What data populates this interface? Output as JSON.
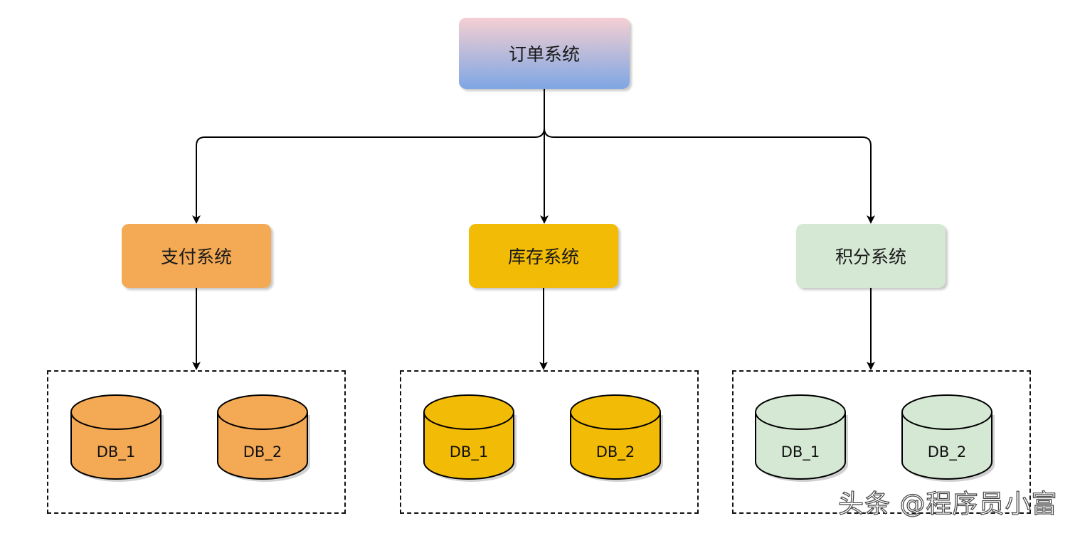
{
  "diagram": {
    "root": {
      "label": "订单系统"
    },
    "services": [
      {
        "label": "支付系统",
        "color": "#f4a954",
        "databases": [
          "DB_1",
          "DB_2"
        ]
      },
      {
        "label": "库存系统",
        "color": "#f2bb05",
        "databases": [
          "DB_1",
          "DB_2"
        ]
      },
      {
        "label": "积分系统",
        "color": "#d5e8d4",
        "databases": [
          "DB_1",
          "DB_2"
        ]
      }
    ],
    "root_gradient": [
      "#f5cfd2",
      "#7ea6e3"
    ]
  },
  "watermark": "头条 @程序员小富"
}
